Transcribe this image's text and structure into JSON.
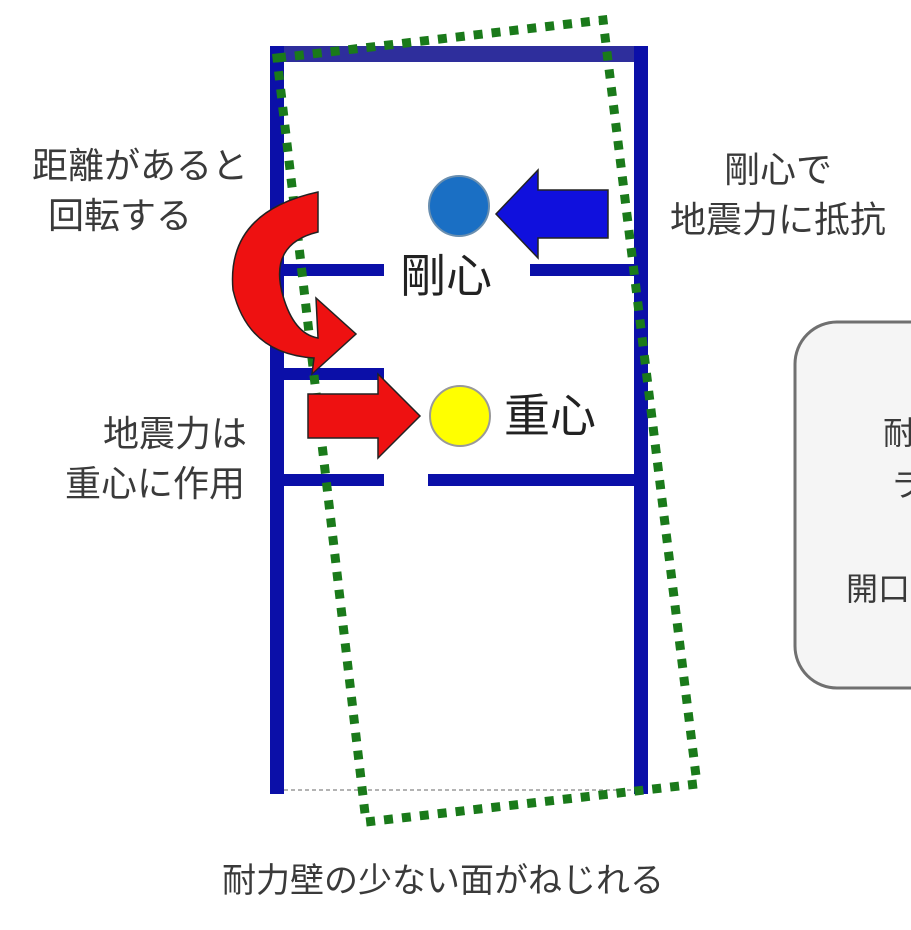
{
  "labels": {
    "rotate_line1": "距離があると",
    "rotate_line2": "回転する",
    "resist_line1": "剛心で",
    "resist_line2": "地震力に抵抗",
    "rigidity_center": "剛心",
    "gravity_center": "重心",
    "force_line1": "地震力は",
    "force_line2": "重心に作用",
    "caption": "耐力壁の少ない面がねじれる",
    "box_line1": "耐",
    "box_line2": "ラ",
    "box_line3": "開口"
  },
  "colors": {
    "frame": "#0b0fa8",
    "frame_top": "#2e2e9c",
    "twisted_outline": "#1a7a1a",
    "rotation_arrow": "#ee1111",
    "force_arrow": "#ee1111",
    "resist_arrow": "#1010dd",
    "rigidity_dot": "#1a6fc4",
    "gravity_dot": "#ffff00"
  }
}
